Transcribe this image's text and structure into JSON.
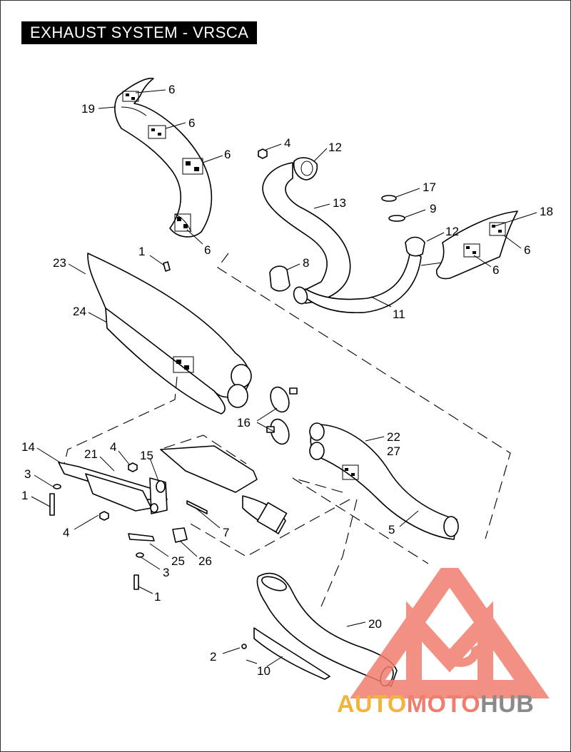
{
  "title": "EXHAUST SYSTEM - VRSCA",
  "callouts": [
    {
      "id": "c-6a",
      "text": "6"
    },
    {
      "id": "c-19",
      "text": "19"
    },
    {
      "id": "c-6b",
      "text": "6"
    },
    {
      "id": "c-6c",
      "text": "6"
    },
    {
      "id": "c-6d",
      "text": "6"
    },
    {
      "id": "c-4a",
      "text": "4"
    },
    {
      "id": "c-12a",
      "text": "12"
    },
    {
      "id": "c-13",
      "text": "13"
    },
    {
      "id": "c-17",
      "text": "17"
    },
    {
      "id": "c-9",
      "text": "9"
    },
    {
      "id": "c-18",
      "text": "18"
    },
    {
      "id": "c-12b",
      "text": "12"
    },
    {
      "id": "c-6e",
      "text": "6"
    },
    {
      "id": "c-6f",
      "text": "6"
    },
    {
      "id": "c-1a",
      "text": "1"
    },
    {
      "id": "c-23",
      "text": "23"
    },
    {
      "id": "c-8",
      "text": "8"
    },
    {
      "id": "c-11",
      "text": "11"
    },
    {
      "id": "c-24",
      "text": "24"
    },
    {
      "id": "c-16",
      "text": "16"
    },
    {
      "id": "c-22",
      "text": "22"
    },
    {
      "id": "c-27",
      "text": "27"
    },
    {
      "id": "c-14",
      "text": "14"
    },
    {
      "id": "c-4b",
      "text": "4"
    },
    {
      "id": "c-21",
      "text": "21"
    },
    {
      "id": "c-15",
      "text": "15"
    },
    {
      "id": "c-3a",
      "text": "3"
    },
    {
      "id": "c-1b",
      "text": "1"
    },
    {
      "id": "c-4c",
      "text": "4"
    },
    {
      "id": "c-7",
      "text": "7"
    },
    {
      "id": "c-5",
      "text": "5"
    },
    {
      "id": "c-25",
      "text": "25"
    },
    {
      "id": "c-26",
      "text": "26"
    },
    {
      "id": "c-3b",
      "text": "3"
    },
    {
      "id": "c-1c",
      "text": "1"
    },
    {
      "id": "c-20",
      "text": "20"
    },
    {
      "id": "c-2",
      "text": "2"
    },
    {
      "id": "c-10",
      "text": "10"
    }
  ],
  "watermark": {
    "part1": "AUTO",
    "part2": "MOTO",
    "part3": "HUB"
  },
  "colors": {
    "title_bg": "#000000",
    "title_fg": "#ffffff",
    "logo_red": "#f07d6e",
    "logo_orange": "#f3b43c",
    "logo_gray": "#8a8a8a"
  }
}
